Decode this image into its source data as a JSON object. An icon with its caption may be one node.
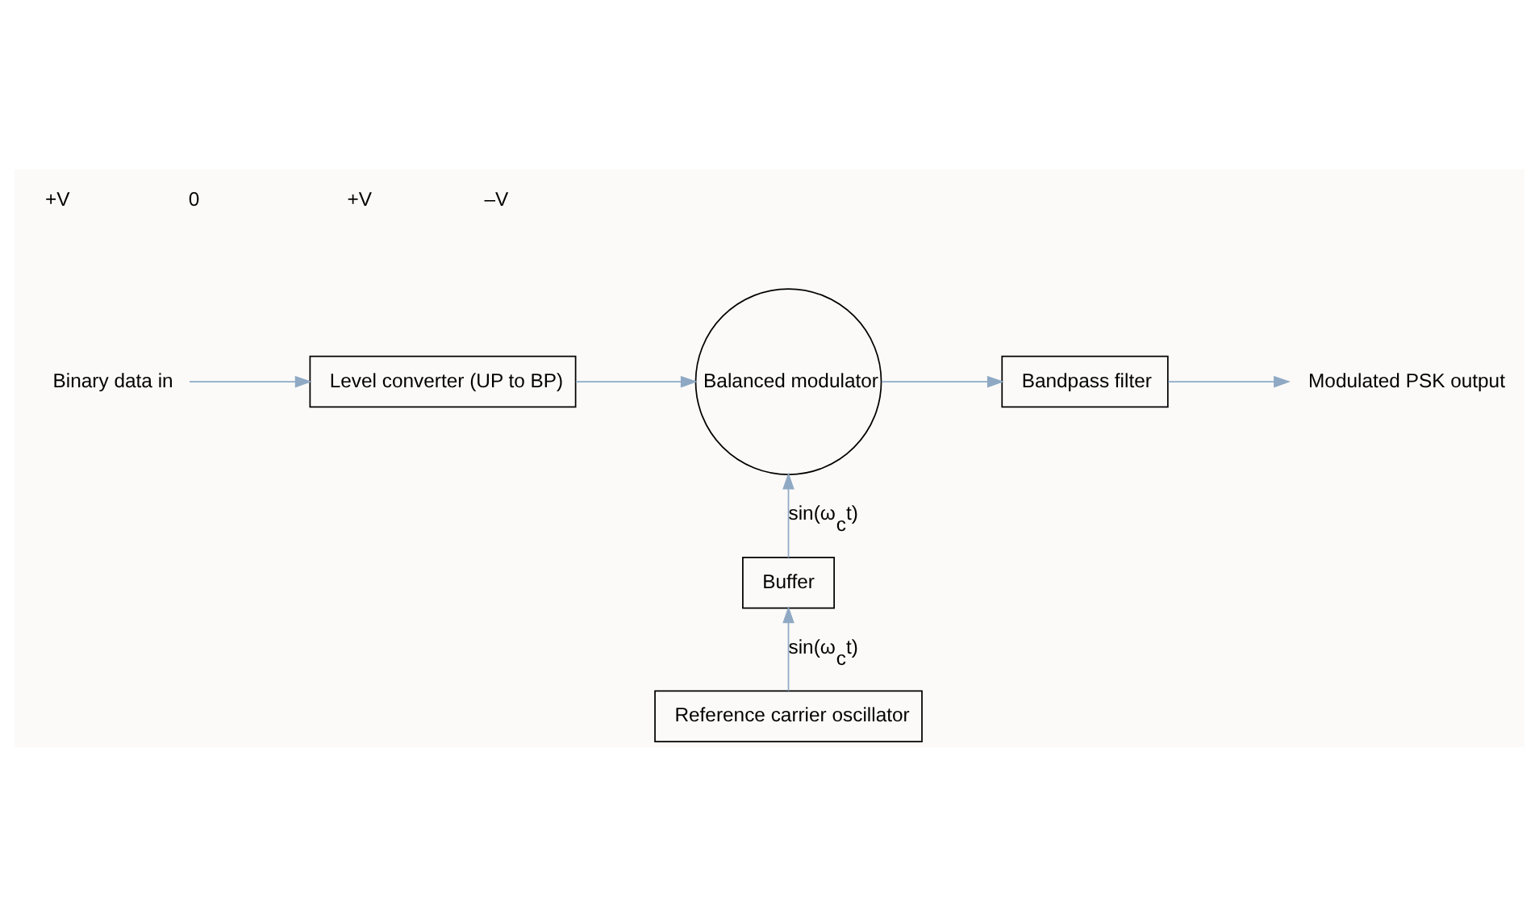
{
  "diagram": {
    "nodes": [
      {
        "text": [
          "Binary data in"
        ]
      },
      {
        "text": [
          "Level converter (UP to BP)"
        ]
      },
      {
        "text": [
          "Balanced modulator"
        ]
      },
      {
        "text": [
          "Bandpass filter"
        ]
      },
      {
        "text": [
          "Modulated PSK output"
        ]
      },
      {
        "text": [
          "Buffer"
        ]
      },
      {
        "text": [
          "Reference carrier oscillator"
        ]
      }
    ],
    "edges": [
      {
        "from": 0,
        "to": 1,
        "arrow": "to"
      },
      {
        "from": 1,
        "to": 2,
        "arrow": "to"
      },
      {
        "from": 2,
        "to": 3,
        "arrow": "to"
      },
      {
        "from": 3,
        "to": 4,
        "arrow": "to"
      },
      {
        "from": 5,
        "to": 2,
        "arrow": "to",
        "label": "sin(ω$_{c}$t)"
      },
      {
        "from": 6,
        "to": 5,
        "arrow": "to",
        "label": "sin(ω$_{c}$t)"
      }
    ],
    "labels": [
      "+V",
      "0",
      "+V",
      "–V"
    ]
  }
}
